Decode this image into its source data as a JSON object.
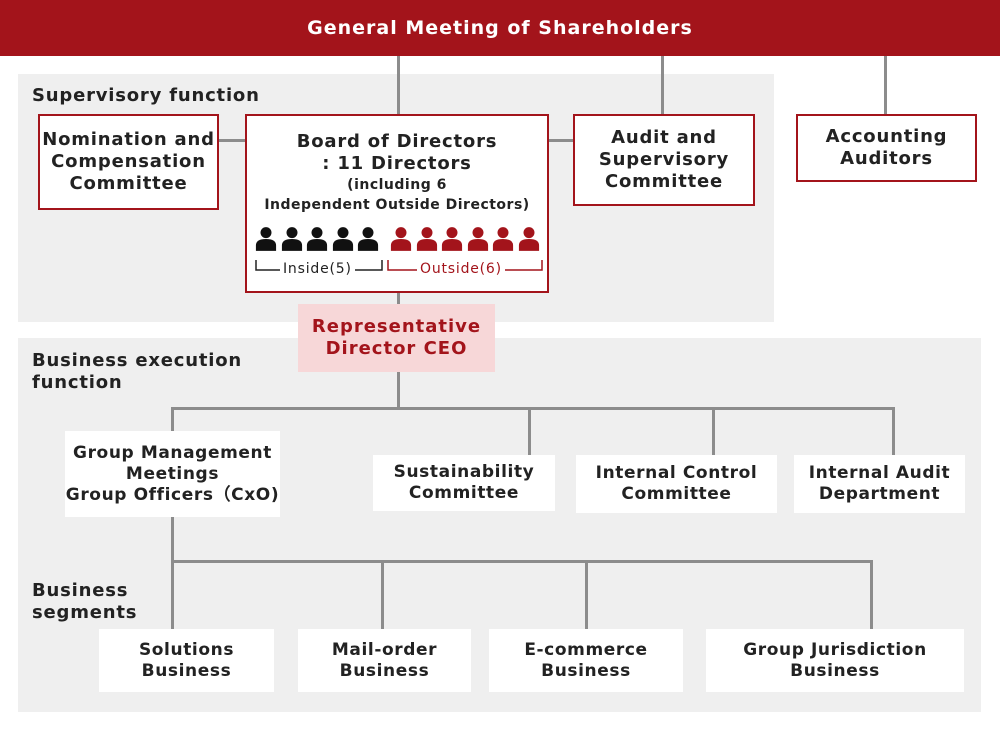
{
  "header": {
    "title": "General Meeting of Shareholders"
  },
  "colors": {
    "accent": "#a3141b",
    "ceo_bg": "#f7d7d8",
    "panel": "#efefef",
    "inside_person": "#111111",
    "outside_person": "#a3141b"
  },
  "supervisory": {
    "label": "Supervisory function",
    "nomination": "Nomination and\nCompensation\nCommittee",
    "board": {
      "title": "Board of Directors",
      "count": ": 11 Directors",
      "note": "(including 6\nIndependent Outside Directors)",
      "inside_label": "Inside(5)",
      "outside_label": "Outside(6)",
      "inside_count": 5,
      "outside_count": 6
    },
    "audit": "Audit and\nSupervisory\nCommittee"
  },
  "accounting": "Accounting\nAuditors",
  "ceo": "Representative\nDirector CEO",
  "execution": {
    "label": "Business execution\nfunction",
    "group_mgmt": "Group Management\nMeetings\nGroup Officers（CxO)",
    "sustainability": "Sustainability\nCommittee",
    "internal_control": "Internal Control\nCommittee",
    "internal_audit": "Internal Audit\nDepartment"
  },
  "segments": {
    "label": "Business\nsegments",
    "items": [
      "Solutions\nBusiness",
      "Mail-order\nBusiness",
      "E-commerce\nBusiness",
      "Group Jurisdiction\nBusiness"
    ]
  }
}
